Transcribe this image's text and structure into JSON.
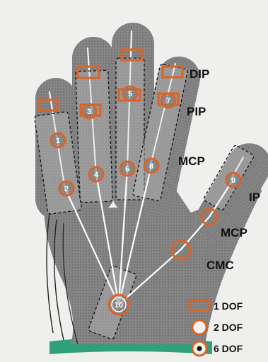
{
  "joint_labels": {
    "dip": "DIP",
    "pip": "PIP",
    "mcp": "MCP",
    "ip": "IP",
    "thumb_mcp": "MCP",
    "cmc": "CMC"
  },
  "sensor_numbers": [
    "1",
    "2",
    "3",
    "4",
    "5",
    "6",
    "7",
    "8",
    "9",
    "10"
  ],
  "legend": [
    {
      "shape": "rectangle",
      "label": "1 DOF"
    },
    {
      "shape": "circle",
      "label": "2 DOF"
    },
    {
      "shape": "circle-dot",
      "label": "6 DOF"
    }
  ],
  "colors": {
    "marker": "#d9642a",
    "glove": "#8a8a8a",
    "glove_dark": "#6f6f6f",
    "cuff": "#2fa07a",
    "background": "#efefed",
    "line": "#ffffff"
  }
}
